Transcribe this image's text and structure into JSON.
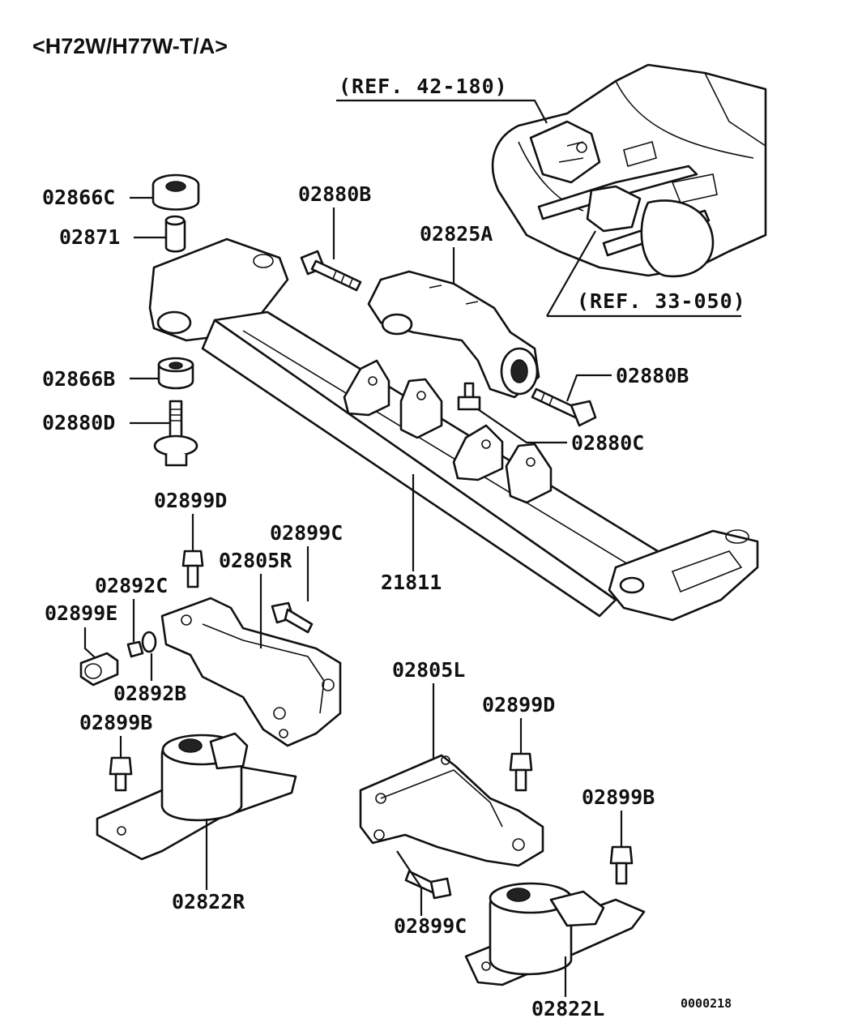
{
  "title": "<H72W/H77W-T/A>",
  "refs": {
    "top": "(REF. 42-180)",
    "bottom": "(REF. 33-050)"
  },
  "labels": {
    "p02866C": "02866C",
    "p02871": "02871",
    "p02880B_top": "02880B",
    "p02825A": "02825A",
    "p02880B_right": "02880B",
    "p02866B": "02866B",
    "p02880D": "02880D",
    "p02880C": "02880C",
    "p02899D_left": "02899D",
    "p02899C_top": "02899C",
    "p02805R": "02805R",
    "p21811": "21811",
    "p02892C": "02892C",
    "p02899E": "02899E",
    "p02892B": "02892B",
    "p02899B_left": "02899B",
    "p02805L": "02805L",
    "p02899D_right": "02899D",
    "p02899B_right": "02899B",
    "p02822R": "02822R",
    "p02899C_bottom": "02899C",
    "p02822L": "02822L"
  },
  "figure_code": "0000218"
}
